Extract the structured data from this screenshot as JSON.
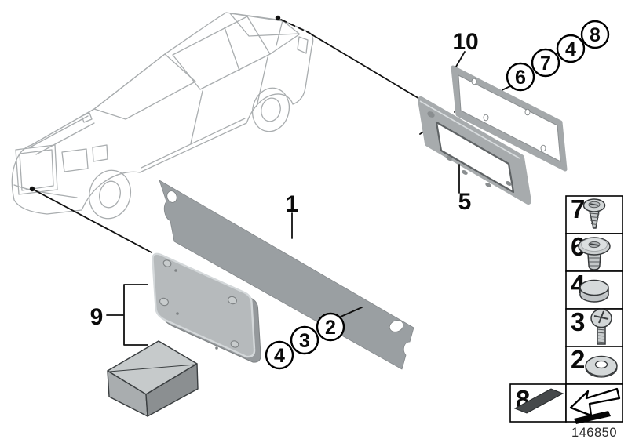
{
  "figure": {
    "drawing_number": "146850",
    "description": "licence plate mounting parts diagram"
  },
  "part_labels": [
    {
      "id": "part-1",
      "label": "1"
    },
    {
      "id": "part-5",
      "label": "5"
    },
    {
      "id": "part-9",
      "label": "9"
    },
    {
      "id": "part-10",
      "label": "10"
    }
  ],
  "callout_circles": [
    {
      "id": "callout-6",
      "label": "6"
    },
    {
      "id": "callout-7",
      "label": "7"
    },
    {
      "id": "callout-4-upper",
      "label": "4"
    },
    {
      "id": "callout-8",
      "label": "8"
    },
    {
      "id": "callout-2",
      "label": "2"
    },
    {
      "id": "callout-3",
      "label": "3"
    },
    {
      "id": "callout-4-lower",
      "label": "4"
    }
  ],
  "legend": {
    "rows": [
      {
        "label": "7",
        "icon": "tapping-screw-icon"
      },
      {
        "label": "6",
        "icon": "expanding-rivet-icon"
      },
      {
        "label": "4",
        "icon": "cover-cap-icon"
      },
      {
        "label": "3",
        "icon": "pan-head-screw-icon"
      },
      {
        "label": "2",
        "icon": "washer-icon"
      }
    ],
    "extra_row": {
      "label": "8",
      "icon": "adhesive-pad-icon"
    },
    "nav": {
      "icon": "direction-arrow-icon"
    }
  },
  "colors": {
    "part_gray": "#9a9fa2",
    "bracket_gray": "#b6babc",
    "frame_gray": "#a7abad",
    "pad_dark": "#46494b",
    "car_outline": "#a9adaf",
    "line_black": "#111111"
  }
}
